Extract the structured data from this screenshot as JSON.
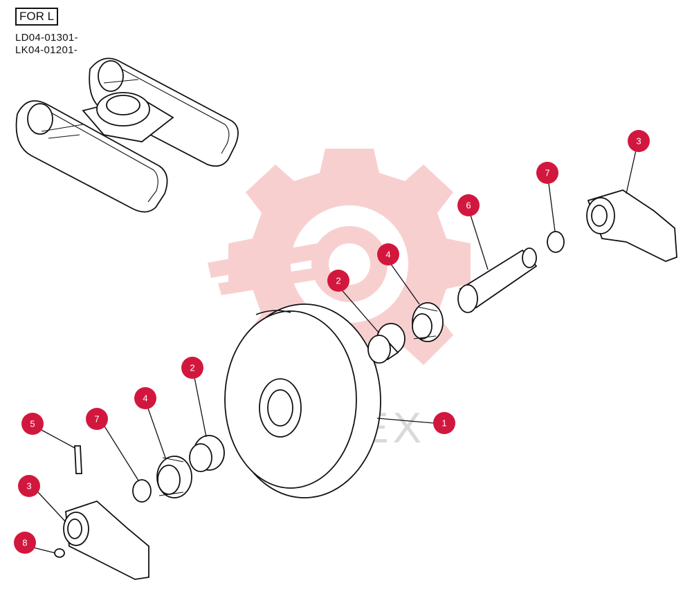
{
  "header": {
    "tag": "FOR L",
    "serials": [
      "LD04-01301-",
      "LK04-01201-"
    ]
  },
  "watermark": {
    "text": "ИНТЕХ",
    "color": "#f7c7c7"
  },
  "callout_color": "#d2173e",
  "callouts": [
    {
      "id": "c-3-top",
      "label": "3",
      "part": "idler bracket right"
    },
    {
      "id": "c-7-top",
      "label": "7",
      "part": "o-ring right"
    },
    {
      "id": "c-6",
      "label": "6",
      "part": "idler shaft"
    },
    {
      "id": "c-4-top",
      "label": "4",
      "part": "floating seal right"
    },
    {
      "id": "c-2-top",
      "label": "2",
      "part": "bushing right"
    },
    {
      "id": "c-1",
      "label": "1",
      "part": "idler wheel"
    },
    {
      "id": "c-2-bot",
      "label": "2",
      "part": "bushing left"
    },
    {
      "id": "c-4-bot",
      "label": "4",
      "part": "floating seal left"
    },
    {
      "id": "c-7-bot",
      "label": "7",
      "part": "o-ring left"
    },
    {
      "id": "c-5",
      "label": "5",
      "part": "pin"
    },
    {
      "id": "c-3-bot",
      "label": "3",
      "part": "idler bracket left"
    },
    {
      "id": "c-8",
      "label": "8",
      "part": "set screw"
    }
  ]
}
